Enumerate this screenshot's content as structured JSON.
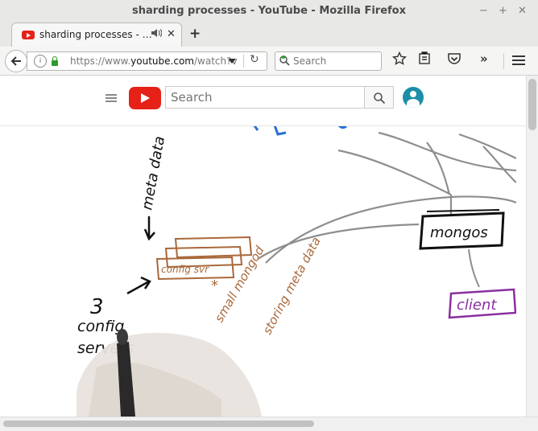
{
  "window": {
    "title": "sharding processes - YouTube - Mozilla Firefox",
    "minimize": "−",
    "maximize": "+",
    "close": "✕"
  },
  "tab": {
    "label": "sharding processes - …",
    "audio_icon": "speaker-icon",
    "close_icon": "close-icon"
  },
  "new_tab": "+",
  "urlbar": {
    "prefix": "https://www.",
    "domain": "youtube.com",
    "path": "/watch?v"
  },
  "browser_search": {
    "placeholder": "Search"
  },
  "toolbar_icons": [
    "bookmark-star-icon",
    "library-icon",
    "pocket-icon",
    "overflow-chevrons-icon",
    "menu-icon"
  ],
  "youtube": {
    "search_placeholder": "Search"
  },
  "video": {
    "labels": {
      "meta_data": "meta data",
      "config_svr": "config svr",
      "mongos": "mongos",
      "client": "client",
      "three": "3",
      "config": "config",
      "servers": "servers",
      "small_mongod": "small mongod",
      "storing_meta_data": "storing meta data",
      "star": "*"
    }
  },
  "colors": {
    "ink_brown": "#a9683a",
    "ink_purple": "#8a2fa0",
    "ink_blue": "#2a6fd6",
    "ink_black": "#111111",
    "ink_gray": "#8e8e8e",
    "youtube_red": "#e62117",
    "avatar_teal": "#1c8ea8"
  }
}
